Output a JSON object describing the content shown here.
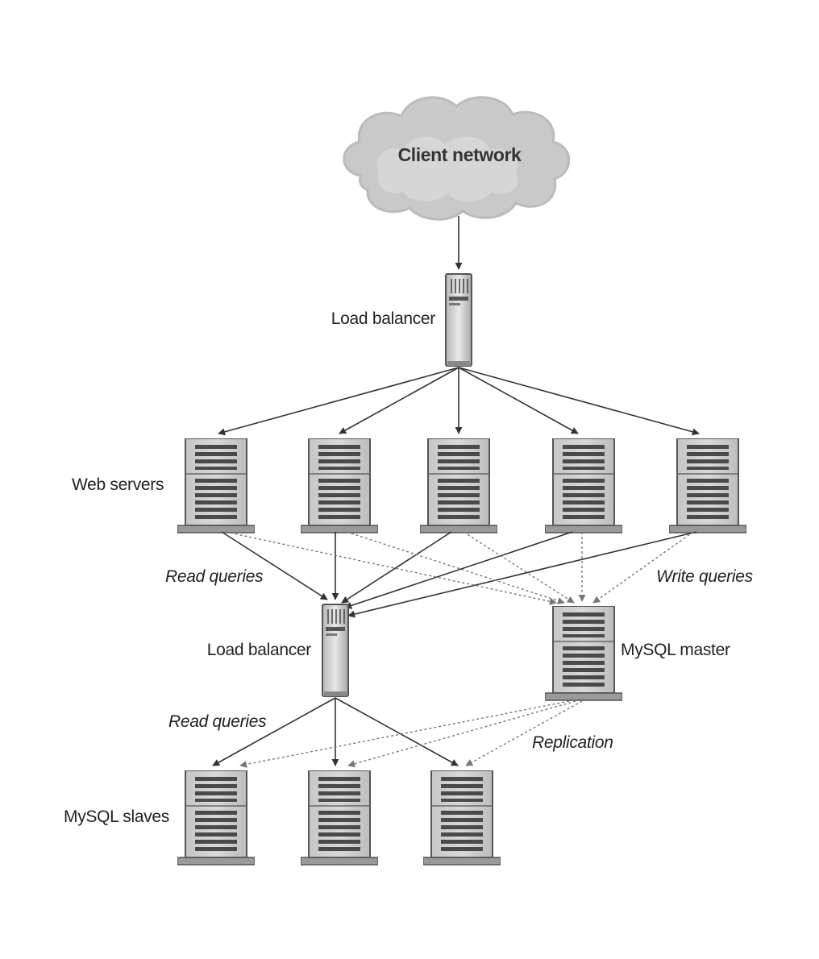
{
  "labels": {
    "client_network": "Client network",
    "load_balancer_top": "Load balancer",
    "web_servers": "Web servers",
    "read_queries_upper": "Read queries",
    "write_queries": "Write queries",
    "load_balancer_mid": "Load balancer",
    "mysql_master": "MySQL master",
    "read_queries_lower": "Read queries",
    "replication": "Replication",
    "mysql_slaves": "MySQL slaves"
  }
}
